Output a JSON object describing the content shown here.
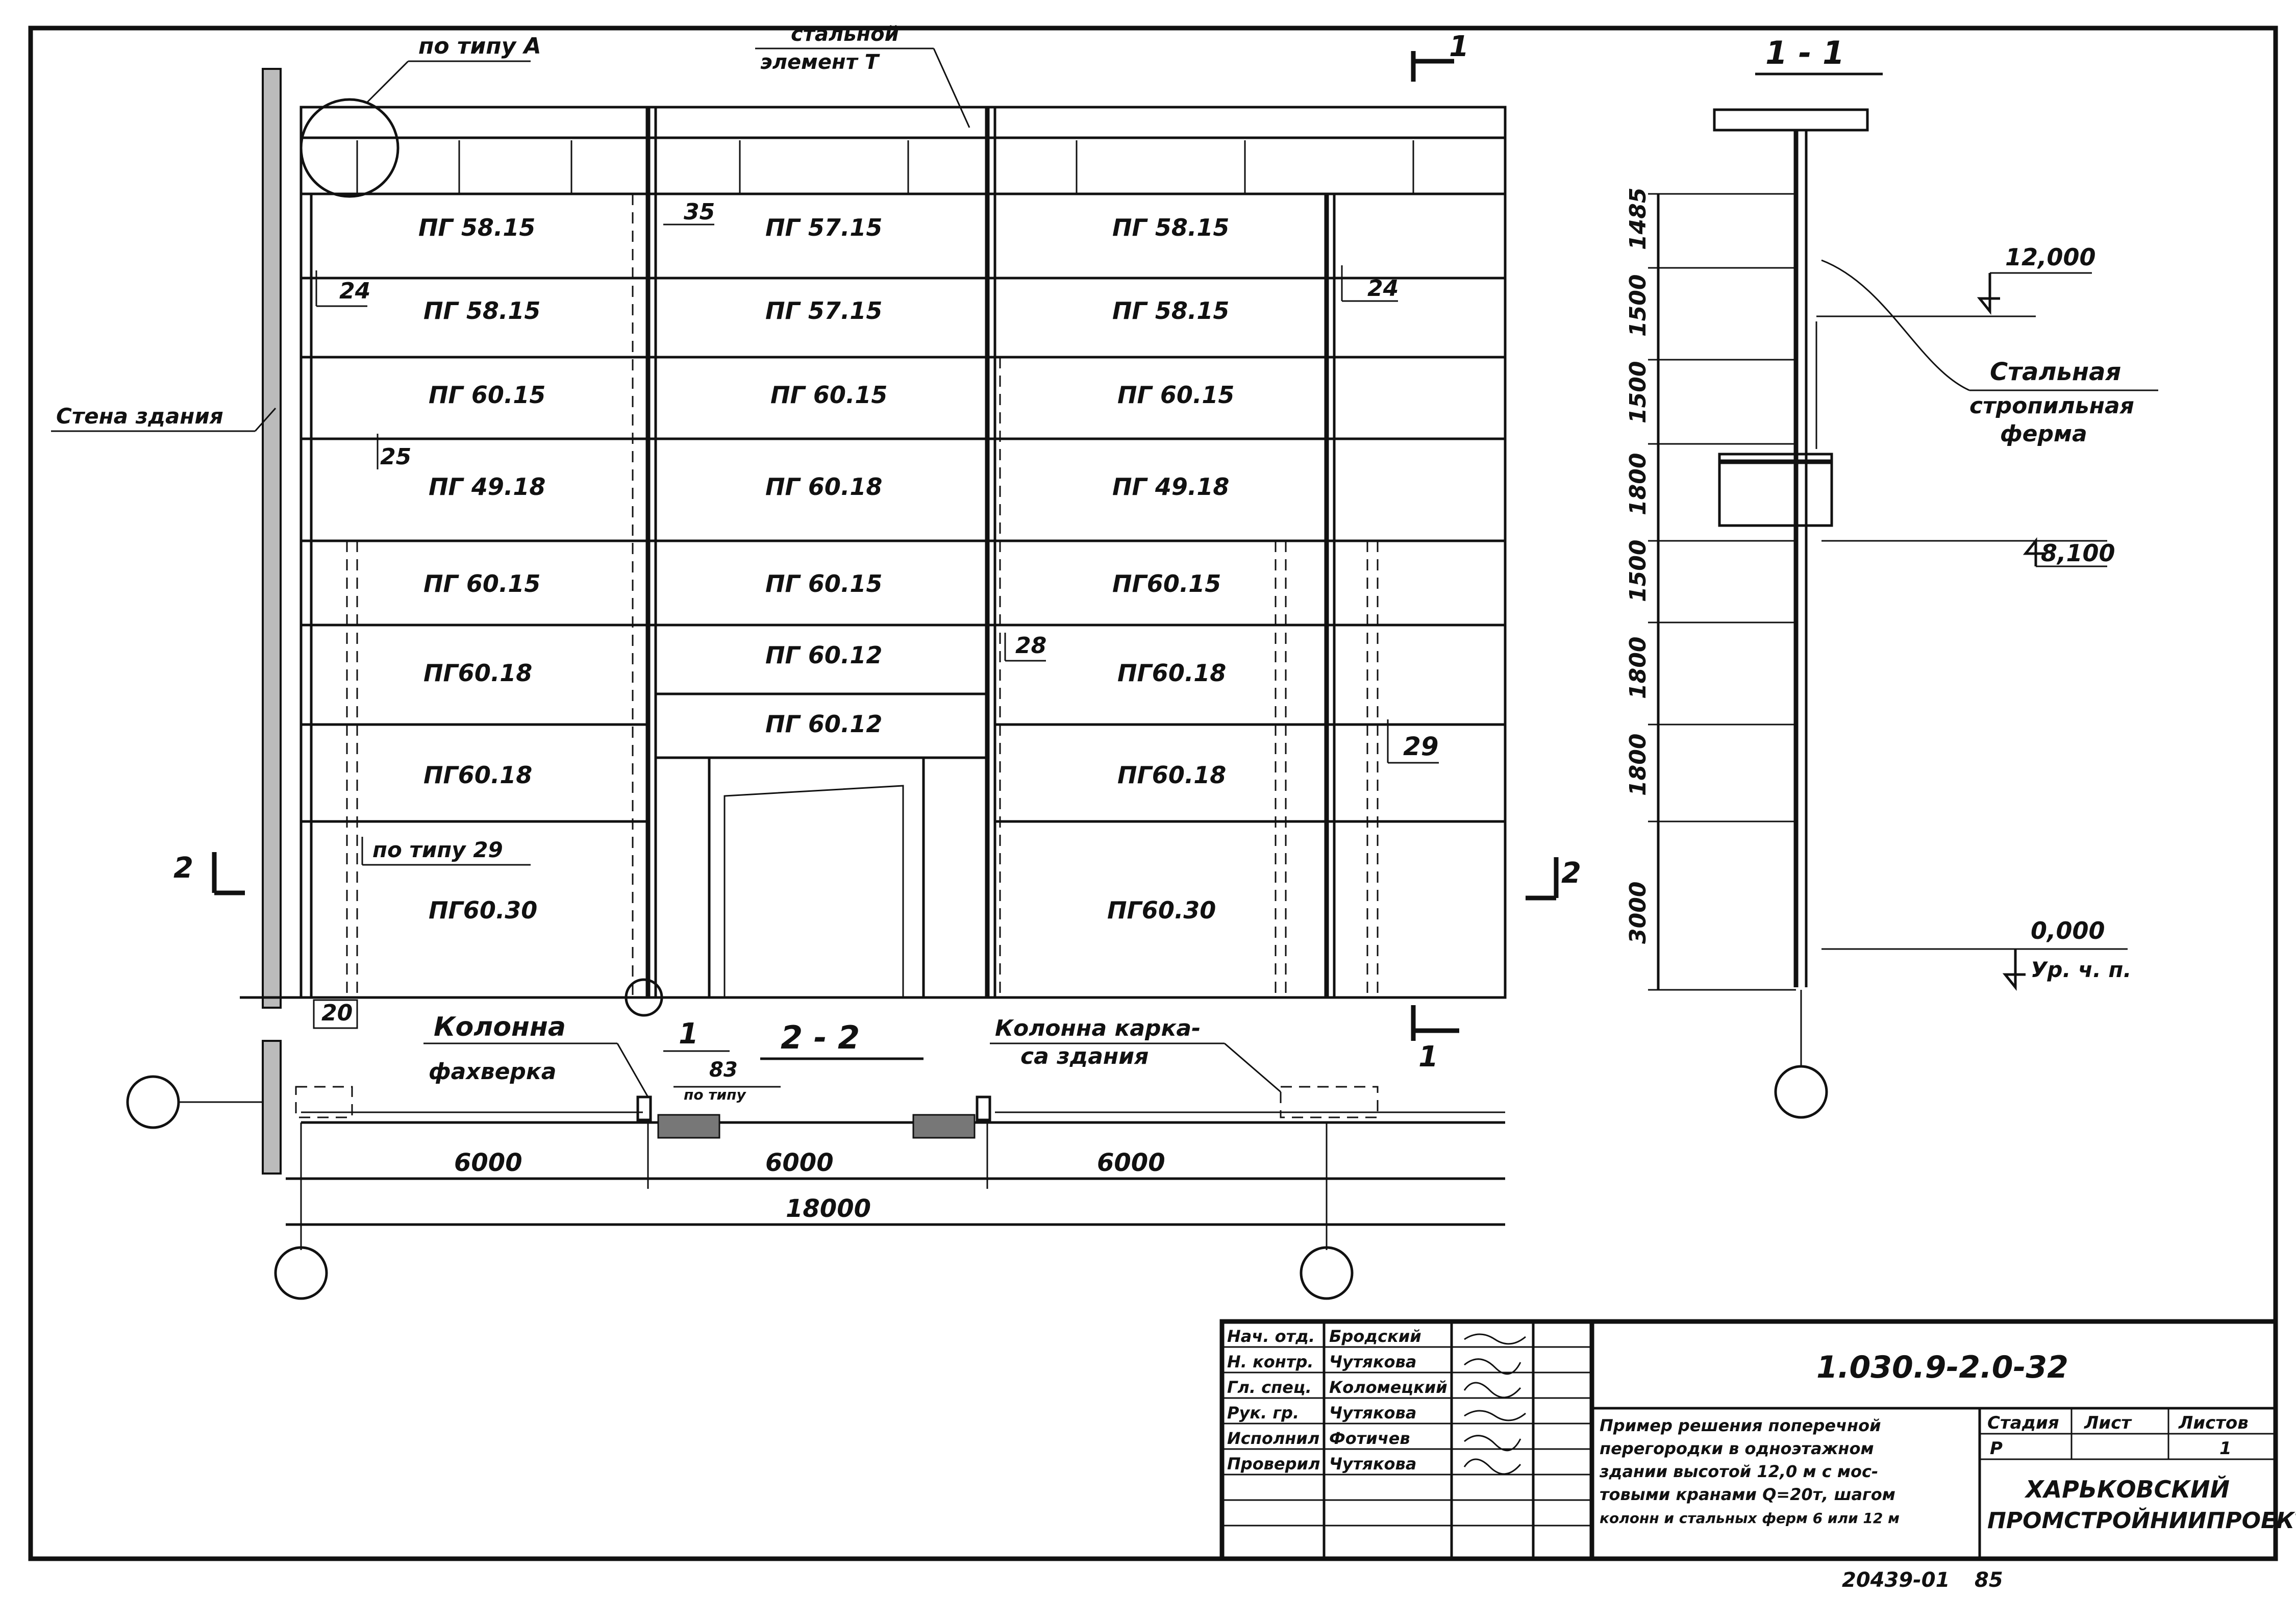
{
  "main_view": {
    "panels": [
      [
        "ПГ 58.15",
        "ПГ 57.15",
        "ПГ 58.15"
      ],
      [
        "ПГ 58.15",
        "ПГ 57.15",
        "ПГ 58.15"
      ],
      [
        "ПГ 60.15",
        "ПГ 60.15",
        "ПГ 60.15"
      ],
      [
        "ПГ 49.18",
        "ПГ 60.18",
        "ПГ 49.18"
      ],
      [
        "ПГ 60.15",
        "ПГ 60.15",
        "ПГ60.15"
      ],
      [
        "ПГ60.18",
        "ПГ 60.12",
        "ПГ60.18"
      ],
      [
        "",
        "ПГ 60.12",
        ""
      ],
      [
        "ПГ60.18",
        "",
        "ПГ60.18"
      ],
      [
        "ПГ60.30",
        "",
        "ПГ60.30"
      ]
    ],
    "labels": {
      "type_a": "по типу А",
      "steel_element": [
        "стальной",
        "элемент Т"
      ],
      "wall": "Стена здания",
      "type_29": "по типу 29",
      "col_fachwerk": [
        "Колонна",
        "фахверка"
      ],
      "col_frame": [
        "Колонна карка-",
        "са здания"
      ],
      "po_tipu_small": "по типу"
    },
    "callouts": [
      "35",
      "24",
      "24",
      "25",
      "28",
      "29",
      "20",
      "83"
    ],
    "section_marks": {
      "s1": "1",
      "s2": "2",
      "cut_22": "2 - 2",
      "cut_11": "1 - 1",
      "node_1": "1"
    },
    "dimensions": {
      "bays": [
        "6000",
        "6000",
        "6000"
      ],
      "total": "18000"
    }
  },
  "section_view": {
    "heights": [
      "1485",
      "1500",
      "1500",
      "1800",
      "1500",
      "1800",
      "1800",
      "3000"
    ],
    "levels": [
      "12,000",
      "8,100",
      "0,000",
      "Ур. ч. п."
    ],
    "truss_label": [
      "Стальная",
      "стропильная",
      "ферма"
    ]
  },
  "title_block": {
    "roles": [
      [
        "Нач. отд.",
        "Бродский"
      ],
      [
        "Н. контр.",
        "Чутякова"
      ],
      [
        "Гл. спец.",
        "Коломецкий"
      ],
      [
        "Рук. гр.",
        "Чутякова"
      ],
      [
        "Исполнил",
        "Фотичев"
      ],
      [
        "Проверил",
        "Чутякова"
      ]
    ],
    "code": "1.030.9-2.0-32",
    "description": [
      "Пример решения поперечной",
      "перегородки в одноэтажном",
      "здании высотой 12,0 м с мос-",
      "товыми кранами Q=20т, шагом",
      "колонн и стальных ферм 6 или 12 м"
    ],
    "headers": [
      "Стадия",
      "Лист",
      "Листов"
    ],
    "values": [
      "Р",
      "",
      "1"
    ],
    "org": [
      "ХАРЬКОВСКИЙ",
      "ПРОМСТРОЙНИИПРОЕКТ"
    ]
  },
  "footer": {
    "number": "20439-01",
    "page": "85"
  }
}
